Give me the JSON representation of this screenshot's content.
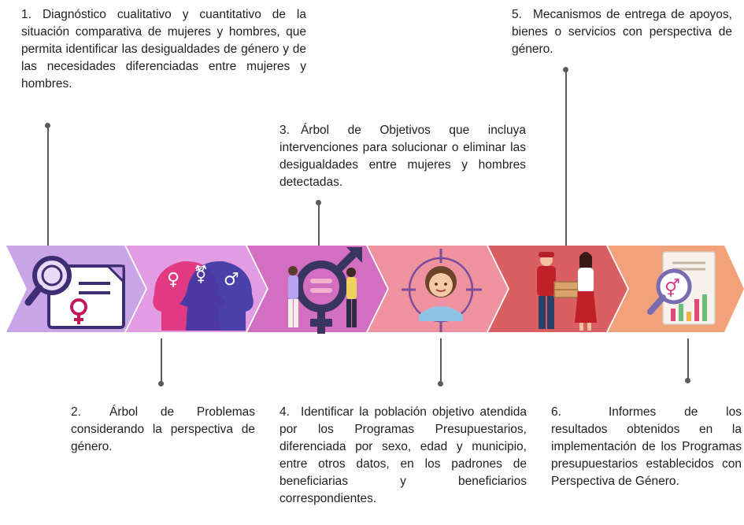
{
  "steps": [
    {
      "num": "1.",
      "text": "Diagnóstico cualitativo y cuantitativo de la situación comparativa de mujeres y hombres, que permita identificar las desigualdades de género y de las necesidades diferenciadas entre mujeres y hombres.",
      "icon": "magnifier-document-female-icon",
      "color": "#c9a4e6"
    },
    {
      "num": "2.",
      "text": "Árbol de Problemas considerando la perspectiva de género.",
      "icon": "gender-heads-icon",
      "color": "#dd98de"
    },
    {
      "num": "3.",
      "text": "Árbol de Objetivos que incluya intervenciones para solucionar o eliminar las desigualdades entre mujeres y hombres detectadas.",
      "icon": "equality-couple-icon",
      "color": "#d36fc0"
    },
    {
      "num": "4.",
      "text": "Identificar la población objetivo atendida por los Programas Presupuestarios, diferenciada por sexo, edad y municipio, entre otros datos, en los padrones de beneficiarias y beneficiarios correspondientes.",
      "icon": "target-person-icon",
      "color": "#ec8e9c"
    },
    {
      "num": "5.",
      "text": "Mecanismos de entrega de apoyos, bienes o servicios con perspectiva de género.",
      "icon": "delivery-handover-icon",
      "color": "#db6065"
    },
    {
      "num": "6.",
      "text": "Informes de los resultados obtenidos en la implementación de los Programas presupuestarios establecidos con Perspectiva de Género.",
      "icon": "report-analysis-icon",
      "color": "#f0a078"
    }
  ]
}
